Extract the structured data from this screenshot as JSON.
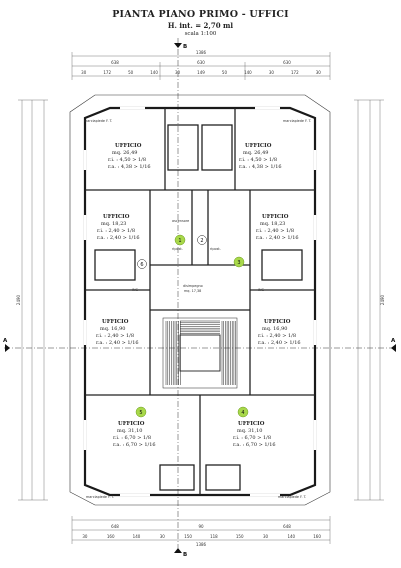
{
  "header": {
    "title": "PIANTA PIANO PRIMO - UFFICI",
    "subtitle": "H. int. = 2,70 ml",
    "scale": "scala 1:100"
  },
  "section_marks": {
    "b": "B",
    "a": "A"
  },
  "overall_dims": {
    "top": "1386",
    "bottom": "1386",
    "left": "2490",
    "right": "2490"
  },
  "top_dims_row1": [
    "638",
    "630",
    "630"
  ],
  "top_dims_row2": [
    "30",
    "172",
    "50",
    "140",
    "30",
    "149",
    "50",
    "140",
    "30",
    "172",
    "30"
  ],
  "bottom_dims_row1": [
    "648",
    "90",
    "648"
  ],
  "bottom_dims_row2": [
    "30",
    "160",
    "140",
    "30",
    "150",
    "118",
    "150",
    "30",
    "140",
    "160"
  ],
  "rooms": [
    {
      "id": "nw",
      "title": "UFFICIO",
      "area": "mq. 26,49",
      "ri": "r.i. : 4,50 > 1/8",
      "ra": "r.a. : 4,38 > 1/16"
    },
    {
      "id": "ne",
      "title": "UFFICIO",
      "area": "mq. 26,49",
      "ri": "r.i. : 4,50 > 1/8",
      "ra": "r.a. : 4,38 > 1/16"
    },
    {
      "id": "w1",
      "title": "UFFICIO",
      "area": "mq. 18,23",
      "ri": "r.i. : 2,40 > 1/8",
      "ra": "r.a. : 2,40 > 1/16"
    },
    {
      "id": "e1",
      "title": "UFFICIO",
      "area": "mq. 18,23",
      "ri": "r.i. : 2,40 > 1/8",
      "ra": "r.a. : 2,40 > 1/16"
    },
    {
      "id": "w2",
      "title": "UFFICIO",
      "area": "mq. 16,90",
      "ri": "r.i. : 2,40 > 1/8",
      "ra": "r.a. : 2,40 > 1/16"
    },
    {
      "id": "e2",
      "title": "UFFICIO",
      "area": "mq. 16,90",
      "ri": "r.i. : 2,40 > 1/8",
      "ra": "r.a. : 2,40 > 1/16"
    },
    {
      "id": "sw",
      "title": "UFFICIO",
      "area": "mq. 31,10",
      "ri": "r.i. : 6,70 > 1/8",
      "ra": "r.a. : 6,70 > 1/16"
    },
    {
      "id": "se",
      "title": "UFFICIO",
      "area": "mq. 31,10",
      "ri": "r.i. : 6,70 > 1/8",
      "ra": "r.a. : 6,70 > 1/16"
    }
  ],
  "stair_label": "disimpegno",
  "stair_area": "mq. 17,38",
  "lift_label": "ascensore",
  "wc_label": "ING",
  "storage_label": "ripost.",
  "balcony_labels": [
    "marciapiede F. T.",
    "marciapiede F. T.",
    "marciapiede F. T.",
    "marciapiede F. T."
  ],
  "circle_markers": [
    "1",
    "2",
    "3",
    "4",
    "5",
    "6"
  ],
  "colors": {
    "marker_fill": "#a8d84a",
    "line": "#222222",
    "dim_line": "#555555"
  }
}
